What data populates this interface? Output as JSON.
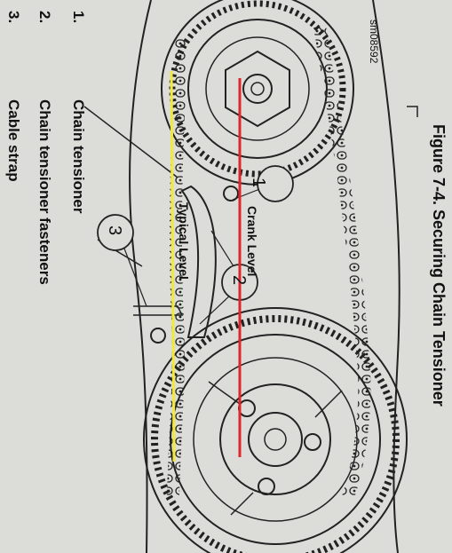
{
  "figure": {
    "caption": "Figure 7-4. Securing Chain Tensioner",
    "drawing_id": "sm08592"
  },
  "legend": [
    {
      "num": "1.",
      "text": "Chain tensioner"
    },
    {
      "num": "2.",
      "text": "Chain tensioner fasteners"
    },
    {
      "num": "3.",
      "text": "Cable strap"
    }
  ],
  "callouts": [
    "1",
    "2",
    "3"
  ],
  "annotations": {
    "crank_level": "Crank Level",
    "typical_level": "Typical Level"
  },
  "colors": {
    "crank_line": "#e0262b",
    "typical_line": "#f2ea3a",
    "ink": "#1a1a1a",
    "paper": "#dcdcd9"
  }
}
